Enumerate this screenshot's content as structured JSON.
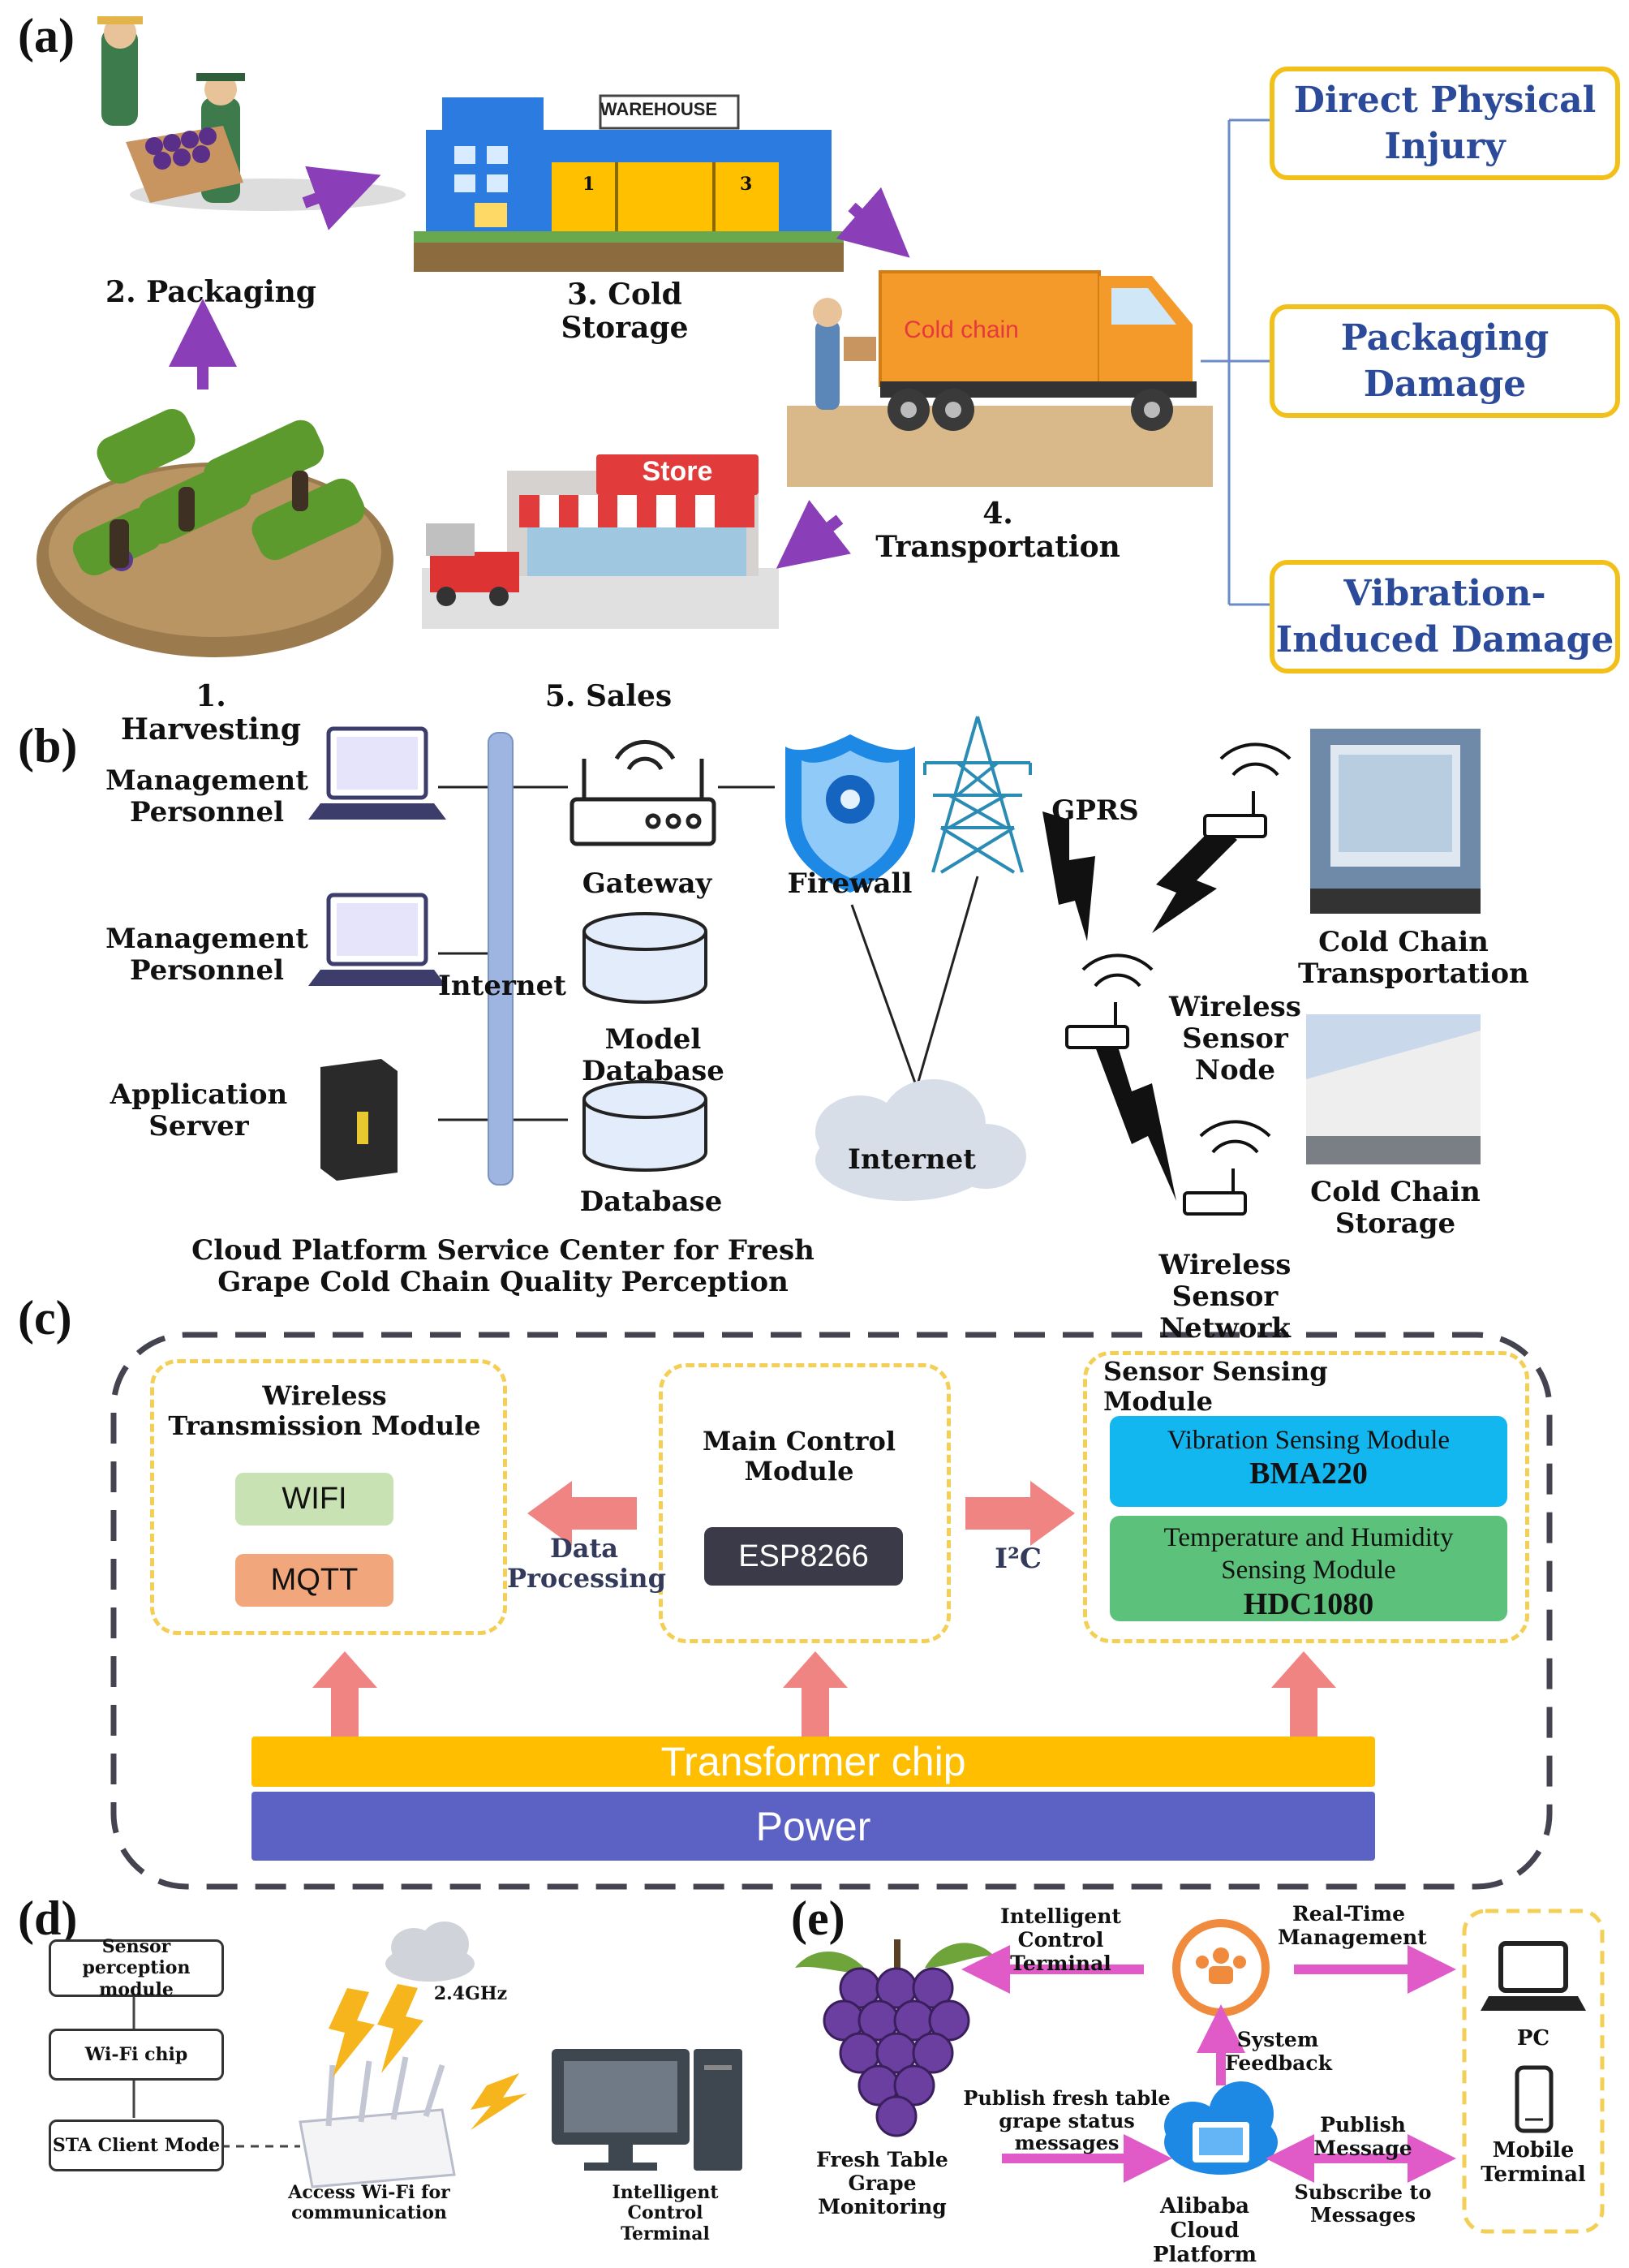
{
  "panel_a": {
    "label": "(a)",
    "steps": [
      "1. Harvesting",
      "2. Packaging",
      "3. Cold Storage",
      "4. Transportation",
      "5. Sales"
    ],
    "warehouse_sign": "WAREHOUSE",
    "warehouse_doors": [
      "1",
      "3"
    ],
    "truck_text": "Cold chain",
    "store_sign": "Store",
    "damage_types": [
      "Direct Physical Injury",
      "Packaging Damage",
      "Vibration-Induced Damage"
    ],
    "colors": {
      "arrow": "#8a3fb8",
      "box_border": "#f2c01a",
      "box_text": "#2b4a9a"
    }
  },
  "panel_b": {
    "label": "(b)",
    "clients": [
      "Management Personnel",
      "Management Personnel",
      "Application Server"
    ],
    "gateway": "Gateway",
    "model_database": "Model Database",
    "database": "Database",
    "internet_bus": "Internet",
    "firewall": "Firewall",
    "gprs": "GPRS",
    "internet_cloud": "Internet",
    "wireless_sensor_node": "Wireless Sensor Node",
    "wireless_sensor_network": "Wireless Sensor Network",
    "cold_chain_transportation": "Cold Chain Transportation",
    "cold_chain_storage": "Cold Chain Storage",
    "caption": "Cloud Platform Service Center for Fresh Grape Cold Chain Quality Perception"
  },
  "panel_c": {
    "label": "(c)",
    "wireless_module": {
      "title": "Wireless Transmission Module",
      "items": [
        "WIFI",
        "MQTT"
      ]
    },
    "main_control": {
      "title": "Main Control Module",
      "chip": "ESP8266"
    },
    "data_processing": "Data Processing",
    "i2c": "I²C",
    "sensor_module": {
      "title": "Sensor Sensing Module",
      "vibration": {
        "name": "Vibration Sensing Module",
        "part": "BMA220"
      },
      "temp_humidity": {
        "name": "Temperature and Humidity Sensing Module",
        "part": "HDC1080"
      }
    },
    "transformer": "Transformer chip",
    "power": "Power",
    "colors": {
      "wifi": "#c8e2b4",
      "mqtt": "#f1a77b",
      "esp": "#3a3a48",
      "vibration": "#12b7ef",
      "temp": "#5cc27b",
      "transformer": "#ffbf00",
      "power": "#5b62c3",
      "arrow": "#f08482"
    }
  },
  "panel_d": {
    "label": "(d)",
    "boxes": [
      "Sensor perception module",
      "Wi-Fi chip",
      "STA Client Mode"
    ],
    "frequency": "2.4GHz",
    "router": "Access Wi-Fi for communication",
    "terminal": "Intelligent Control Terminal"
  },
  "panel_e": {
    "label": "(e)",
    "grape": "Fresh Table Grape Monitoring",
    "intelligent_control": "Intelligent Control Terminal",
    "realtime": "Real-Time Management",
    "system_feedback": "System Feedback",
    "publish_status": "Publish fresh table grape status messages",
    "publish_message": "Publish Message",
    "subscribe": "Subscribe to Messages",
    "cloud": "Alibaba Cloud Platform",
    "pc": "PC",
    "mobile": "Mobile Terminal",
    "colors": {
      "arrow": "#e05bc8"
    }
  }
}
